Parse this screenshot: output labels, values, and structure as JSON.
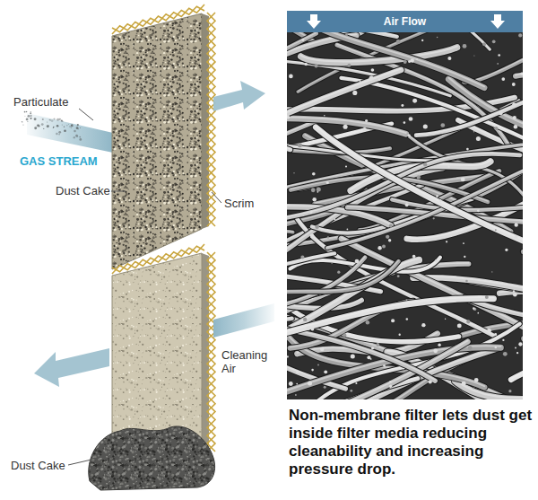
{
  "diagram": {
    "caption": "Non-membrane filter lets dust get inside filter media reducing cleanability and increasing pressure drop.",
    "nodes": [
      {
        "text": [
          "Air Flow"
        ]
      }
    ],
    "labels": [
      "Particulate",
      "GAS STREAM",
      "Dust Cake",
      "Scrim",
      "Cleaning Air",
      "Dust Cake"
    ]
  }
}
